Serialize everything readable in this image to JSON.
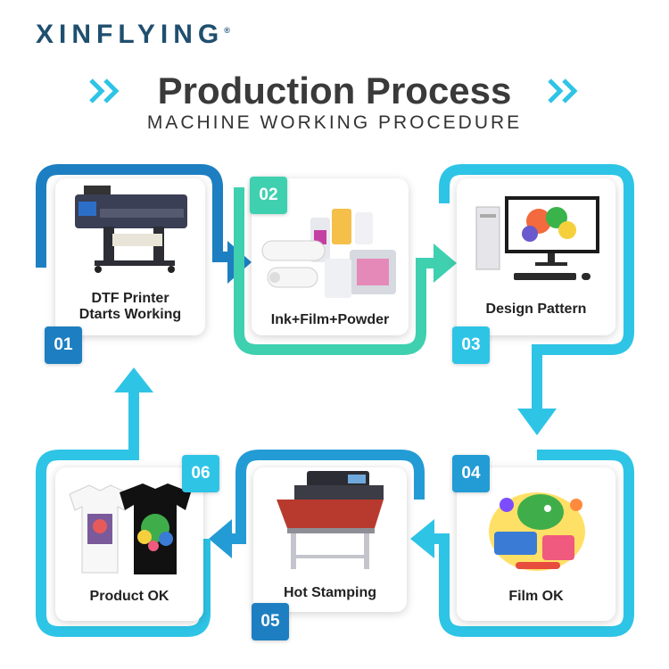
{
  "brand": {
    "name": "XINFLYING",
    "mark": "®"
  },
  "header": {
    "title": "Production Process",
    "subtitle": "MACHINE WORKING PROCEDURE"
  },
  "colors": {
    "dark_blue": "#1d7fc1",
    "cyan": "#2ec4e6",
    "teal": "#3fd0b0",
    "mid_blue": "#239bd5"
  },
  "steps": [
    {
      "number": "01",
      "label_line1": "DTF Printer",
      "label_line2": "Dtarts Working"
    },
    {
      "number": "02",
      "label": "Ink+Film+Powder"
    },
    {
      "number": "03",
      "label": "Design Pattern"
    },
    {
      "number": "04",
      "label": "Film OK"
    },
    {
      "number": "05",
      "label": "Hot Stamping"
    },
    {
      "number": "06",
      "label": "Product OK"
    }
  ]
}
